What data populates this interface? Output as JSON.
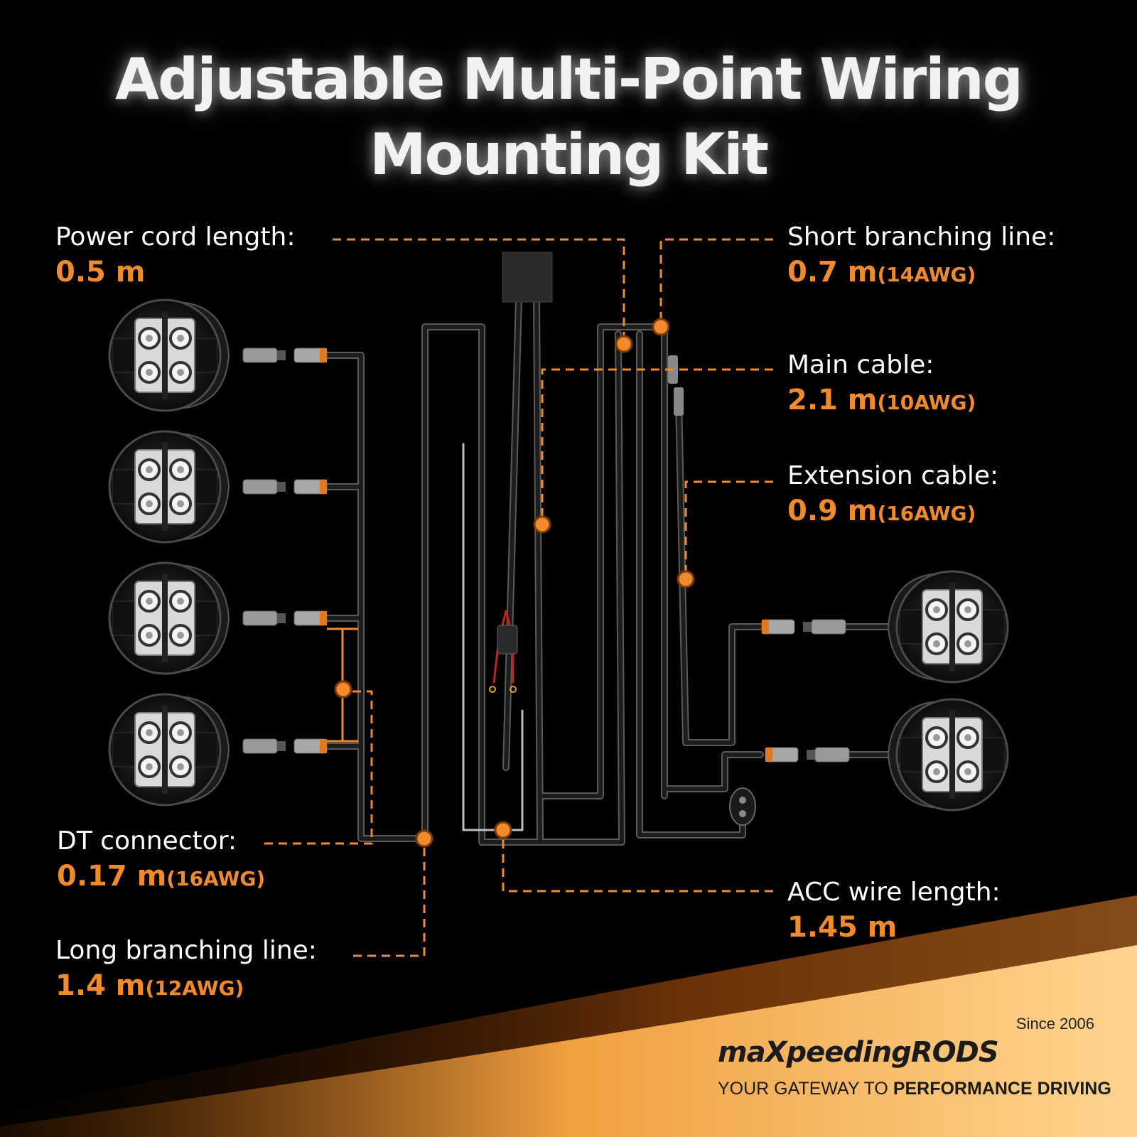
{
  "title": {
    "line1": "Adjustable Multi-Point Wiring",
    "line2": "Mounting Kit"
  },
  "labels": {
    "power_cord": {
      "name": "Power cord length:",
      "value": "0.5 m",
      "awg": ""
    },
    "short_branch": {
      "name": "Short branching line:",
      "value": "0.7 m",
      "awg": "(14AWG)"
    },
    "main_cable": {
      "name": "Main cable:",
      "value": "2.1 m",
      "awg": "(10AWG)"
    },
    "extension_cable": {
      "name": "Extension cable:",
      "value": "0.9 m",
      "awg": "(16AWG)"
    },
    "dt_connector": {
      "name": "DT connector:",
      "value": "0.17 m",
      "awg": "(16AWG)"
    },
    "long_branch": {
      "name": "Long branching line:",
      "value": "1.4 m",
      "awg": "(12AWG)"
    },
    "acc_wire": {
      "name": "ACC wire length:",
      "value": "1.45 m",
      "awg": ""
    }
  },
  "brand": {
    "since": "Since 2006",
    "logo": "maXpeedingRODS",
    "tagline_plain": "YOUR GATEWAY TO ",
    "tagline_bold": "PERFORMANCE DRIVING"
  },
  "colors": {
    "background": "#000000",
    "accent": "#f08a2c",
    "wire": "#2a2a2a",
    "wire_outline": "#5a5a5a"
  },
  "icons": {
    "light": "led-pod-light-icon",
    "connector": "dt-connector-icon",
    "relay": "relay-box-icon",
    "switch": "rocker-switch-icon"
  }
}
